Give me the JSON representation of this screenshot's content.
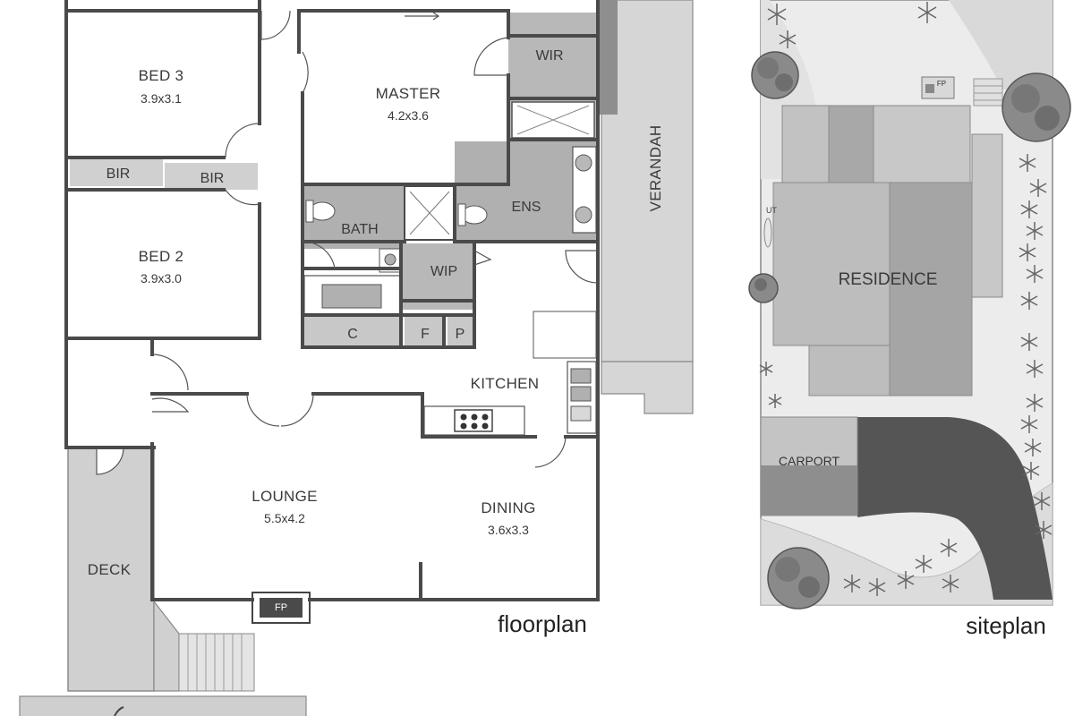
{
  "floorplan": {
    "caption": "floorplan",
    "rooms": [
      {
        "key": "bed3",
        "name": "BED 3",
        "dims": "3.9x3.1"
      },
      {
        "key": "bed2",
        "name": "BED 2",
        "dims": "3.9x3.0"
      },
      {
        "key": "master",
        "name": "MASTER",
        "dims": "4.2x3.6"
      },
      {
        "key": "lounge",
        "name": "LOUNGE",
        "dims": "5.5x4.2"
      },
      {
        "key": "dining",
        "name": "DINING",
        "dims": "3.6x3.3"
      }
    ],
    "labels": {
      "wir": "WIR",
      "bir1": "BIR",
      "bir2": "BIR",
      "ens": "ENS",
      "bath": "BATH",
      "wip": "WIP",
      "c": "C",
      "f": "F",
      "p": "P",
      "kitchen": "KITCHEN",
      "deck": "DECK",
      "fp": "FP",
      "verandah": "VERANDAH"
    }
  },
  "siteplan": {
    "caption": "siteplan",
    "labels": {
      "residence": "RESIDENCE",
      "carport": "CARPORT",
      "fp": "FP",
      "ut": "UT"
    }
  },
  "colors": {
    "wall": "#4a4a4a",
    "wet_area": "#b0b0b0",
    "deck": "#cfcfcf",
    "verandah": "#d6d6d6",
    "roof_light": "#c4c4c4",
    "roof_dark": "#9a9a9a",
    "driveway": "#555555",
    "carport_roof": "#8a8a8a",
    "lawn": "#e8e8e8"
  }
}
